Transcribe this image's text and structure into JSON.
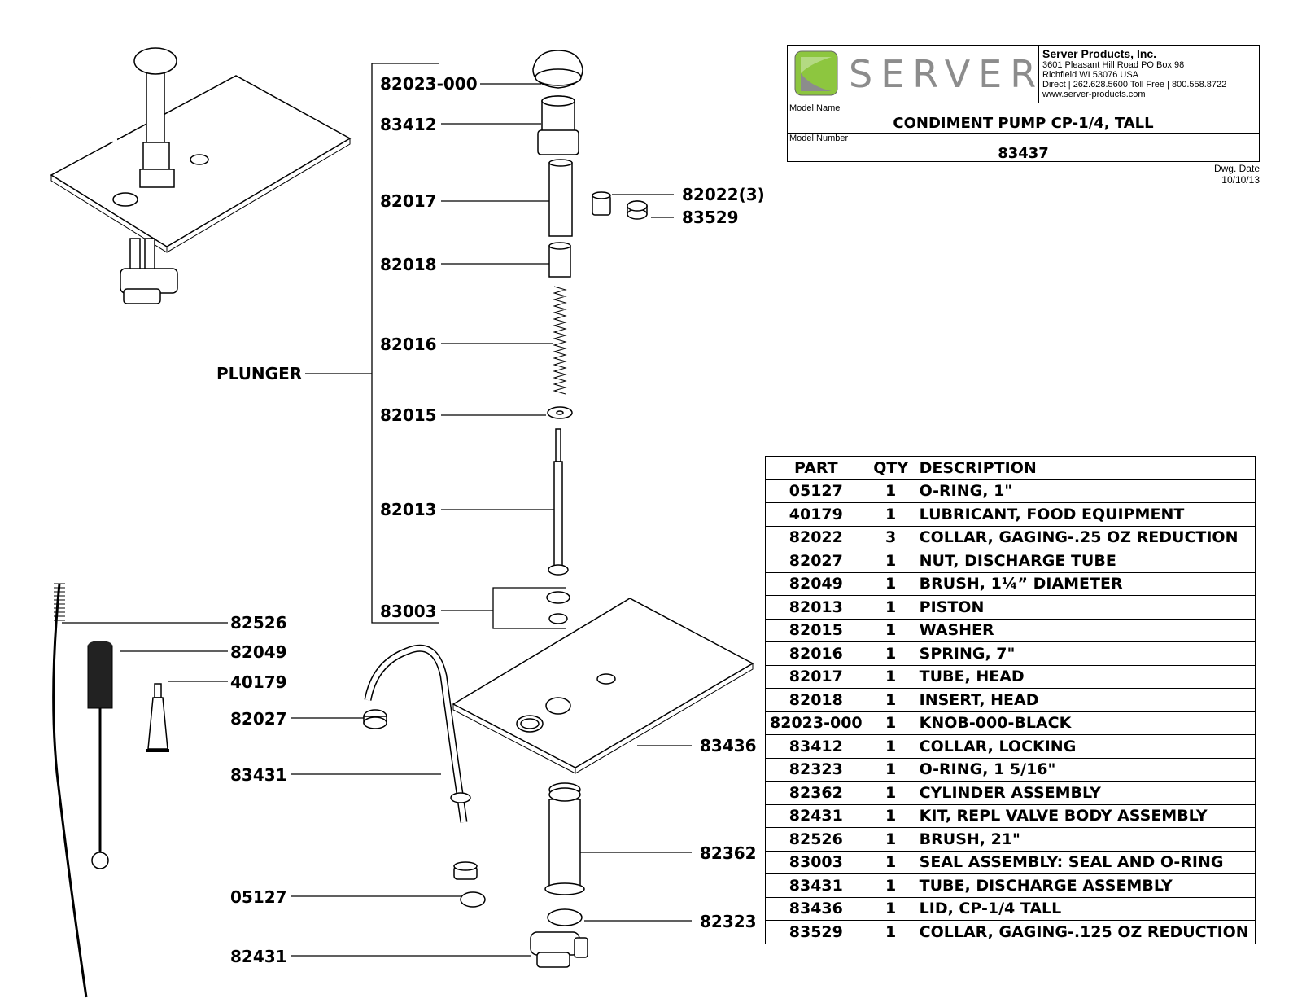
{
  "title_block": {
    "brand": "SERVER",
    "company": {
      "name": "Server Products, Inc.",
      "address1": "3601 Pleasant Hill Road PO Box 98",
      "address2": "Richfield WI 53076 USA",
      "phone": "Direct | 262.628.5600  Toll Free | 800.558.8722",
      "web": "www.server-products.com"
    },
    "model_name_caption": "Model Name",
    "model_name": "CONDIMENT PUMP CP-1/4, TALL",
    "model_number_caption": "Model Number",
    "model_number": "83437",
    "dwg_date_caption": "Dwg. Date",
    "dwg_date": "10/10/13",
    "colors": {
      "logo_green": "#8dc63f",
      "logo_gray": "#8c8c8c"
    }
  },
  "callouts": {
    "plunger": "PLUNGER",
    "c82023_000": "82023-000",
    "c83412": "83412",
    "c82017": "82017",
    "c82022": "82022(3)",
    "c83529": "83529",
    "c82018": "82018",
    "c82016": "82016",
    "c82015": "82015",
    "c82013": "82013",
    "c83003": "83003",
    "c82526": "82526",
    "c82049": "82049",
    "c40179": "40179",
    "c82027": "82027",
    "c83431": "83431",
    "c05127": "05127",
    "c82431": "82431",
    "c83436": "83436",
    "c82362": "82362",
    "c82323": "82323"
  },
  "parts_table": {
    "headers": {
      "part": "PART",
      "qty": "QTY",
      "description": "DESCRIPTION"
    },
    "rows": [
      {
        "part": "05127",
        "qty": "1",
        "description": "O-RING, 1\""
      },
      {
        "part": "40179",
        "qty": "1",
        "description": "LUBRICANT, FOOD EQUIPMENT"
      },
      {
        "part": "82022",
        "qty": "3",
        "description": "COLLAR, GAGING-.25 OZ REDUCTION"
      },
      {
        "part": "82027",
        "qty": "1",
        "description": "NUT, DISCHARGE TUBE"
      },
      {
        "part": "82049",
        "qty": "1",
        "description": "BRUSH, 1¼” DIAMETER"
      },
      {
        "part": "82013",
        "qty": "1",
        "description": "PISTON"
      },
      {
        "part": "82015",
        "qty": "1",
        "description": "WASHER"
      },
      {
        "part": "82016",
        "qty": "1",
        "description": "SPRING, 7\""
      },
      {
        "part": "82017",
        "qty": "1",
        "description": "TUBE, HEAD"
      },
      {
        "part": "82018",
        "qty": "1",
        "description": "INSERT, HEAD"
      },
      {
        "part": "82023-000",
        "qty": "1",
        "description": "KNOB-000-BLACK"
      },
      {
        "part": "83412",
        "qty": "1",
        "description": "COLLAR, LOCKING"
      },
      {
        "part": "82323",
        "qty": "1",
        "description": "O-RING, 1 5/16\""
      },
      {
        "part": "82362",
        "qty": "1",
        "description": "CYLINDER ASSEMBLY"
      },
      {
        "part": "82431",
        "qty": "1",
        "description": "KIT, REPL VALVE BODY ASSEMBLY"
      },
      {
        "part": "82526",
        "qty": "1",
        "description": "BRUSH, 21\""
      },
      {
        "part": "83003",
        "qty": "1",
        "description": "SEAL ASSEMBLY: SEAL AND O-RING"
      },
      {
        "part": "83431",
        "qty": "1",
        "description": "TUBE, DISCHARGE ASSEMBLY"
      },
      {
        "part": "83436",
        "qty": "1",
        "description": "LID, CP-1/4 TALL"
      },
      {
        "part": "83529",
        "qty": "1",
        "description": "COLLAR, GAGING-.125 OZ REDUCTION"
      }
    ]
  }
}
